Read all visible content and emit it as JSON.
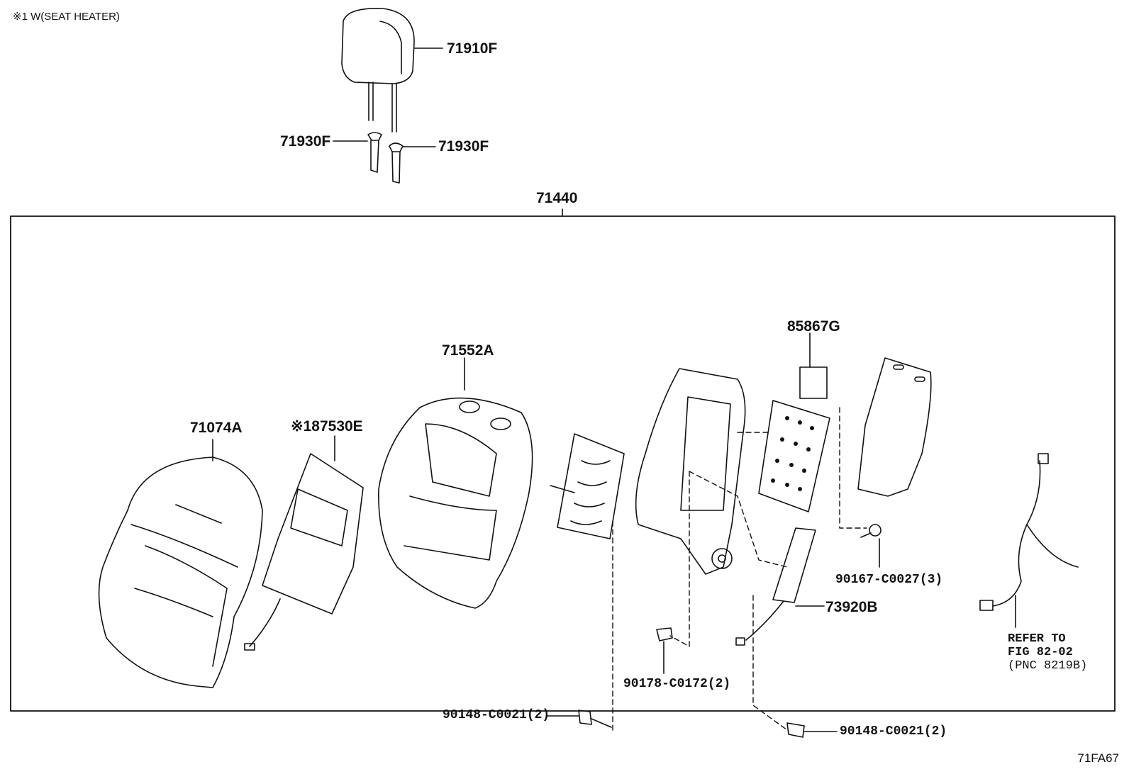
{
  "note": "※1 W(SEAT HEATER)",
  "figure_id": "71FA67",
  "assembly_label": "71440",
  "parts": {
    "headrest": "71910F",
    "support_left": "71930F",
    "support_right": "71930F",
    "cover": "71074A",
    "heater": "※187530E",
    "pad": "71552A",
    "back_panel_board": "85867G",
    "airbag": "73920B",
    "screw_board": "90167-C0027(3)",
    "nut": "90178-C0172(2)",
    "bolt_left": "90148-C0021(2)",
    "bolt_right": "90148-C0021(2)"
  },
  "refer": {
    "line1": "REFER TO",
    "line2": "FIG 82-02",
    "line3": "(PNC 8219B)"
  }
}
